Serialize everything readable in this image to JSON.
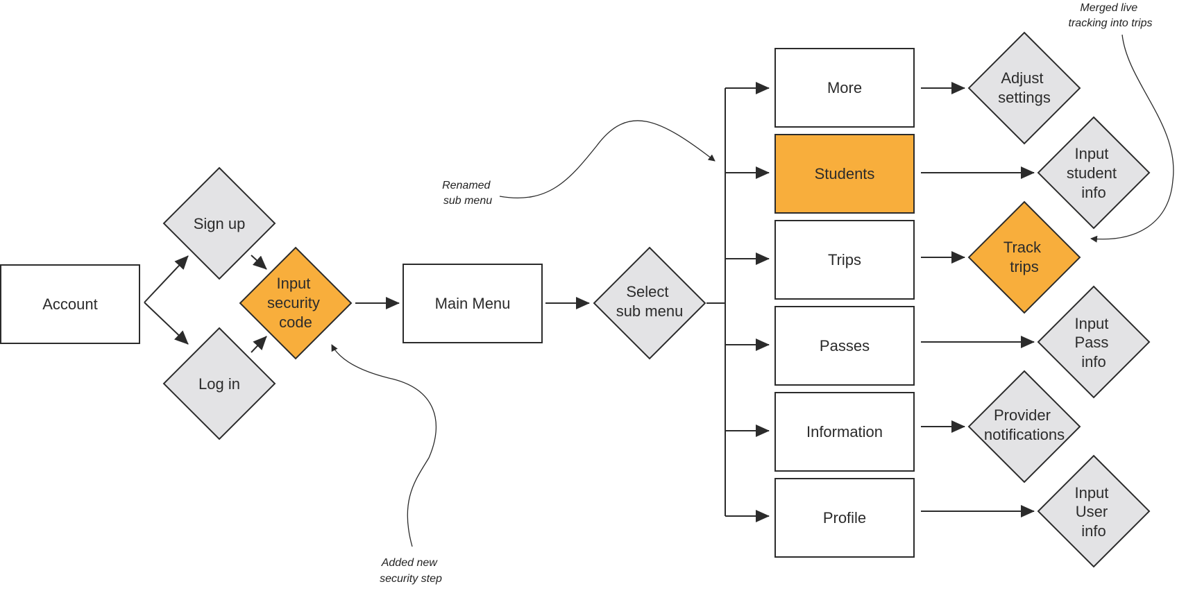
{
  "colors": {
    "box_fill": "#ffffff",
    "decision_fill": "#e3e3e5",
    "highlight_fill": "#f8ae3c",
    "stroke": "#2b2b2b",
    "text": "#2b2b2b"
  },
  "nodes": {
    "account": "Account",
    "sign_up": "Sign up",
    "log_in": "Log in",
    "input_security_code": [
      "Input",
      "security",
      "code"
    ],
    "main_menu": "Main Menu",
    "select_sub_menu": [
      "Select",
      "sub menu"
    ],
    "more": "More",
    "students": "Students",
    "trips": "Trips",
    "passes": "Passes",
    "information": "Information",
    "profile": "Profile",
    "adjust_settings": [
      "Adjust",
      "settings"
    ],
    "input_student_info": [
      "Input",
      "student",
      "info"
    ],
    "track_trips": [
      "Track",
      "trips"
    ],
    "input_pass_info": [
      "Input",
      "Pass",
      "info"
    ],
    "provider_notifications": [
      "Provider",
      "notifications"
    ],
    "input_user_info": [
      "Input",
      "User",
      "info"
    ]
  },
  "annotations": {
    "renamed_sub_menu": [
      "Renamed",
      "sub menu"
    ],
    "merged_live_tracking": [
      "Merged live",
      "tracking into trips"
    ],
    "added_security_step": [
      "Added new",
      "security step"
    ]
  }
}
